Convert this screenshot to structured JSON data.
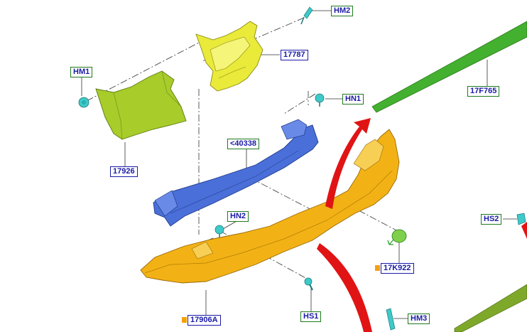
{
  "colors": {
    "callout_text": "#1a1aa8",
    "callout_border_blue": "#1a1aa8",
    "callout_border_green": "#1f7a1f",
    "bumper": "#f2b215",
    "reinforcement": "#4a6fd8",
    "bracket": "#e9ea3a",
    "lower_panel": "#a8cc2a",
    "trim_strip": "#44b030",
    "fastener": "#3fc9c9",
    "arrow": "#e01414",
    "marker": "#f2a20c"
  },
  "callouts": {
    "hm2": "HM2",
    "hm1": "HM1",
    "p17787": "17787",
    "p17f765": "17F765",
    "hn1": "HN1",
    "p40338": "<40338",
    "p17926": "17926",
    "hn2": "HN2",
    "hs2": "HS2",
    "p17k922": "17K922",
    "p17906a": "17906A",
    "hs1": "HS1",
    "hm3": "HM3"
  }
}
